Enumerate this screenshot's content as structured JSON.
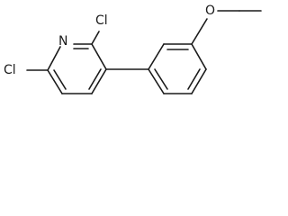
{
  "molecule": {
    "atoms": {
      "n": "N",
      "cl_top": "Cl",
      "cl_left": "Cl",
      "o": "O"
    }
  }
}
